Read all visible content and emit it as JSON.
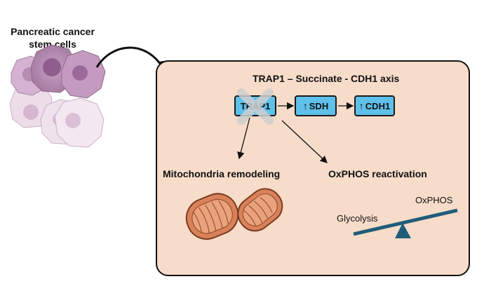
{
  "cells": {
    "title": "Pancreatic cancer stem cells"
  },
  "panel": {
    "title": "TRAP1 – Succinate - CDH1 axis",
    "nodes": {
      "trap1": "TRAP1",
      "sdh": "SDH",
      "cdh1": "CDH1"
    },
    "up_symbol": "↑",
    "outcomes": {
      "mito": "Mitochondria remodeling",
      "oxphos": "OxPHOS reactivation"
    },
    "seesaw": {
      "left_label": "Glycolysis",
      "right_label": "OxPHOS"
    }
  },
  "colors": {
    "panel_bg": "#f7dcc9",
    "node_fill": "#5fc0ea",
    "mito_fill": "#d9825a",
    "seesaw": "#1f5d7a",
    "cell_dark": "#b78bb3",
    "cell_light": "#ecdbe8"
  }
}
